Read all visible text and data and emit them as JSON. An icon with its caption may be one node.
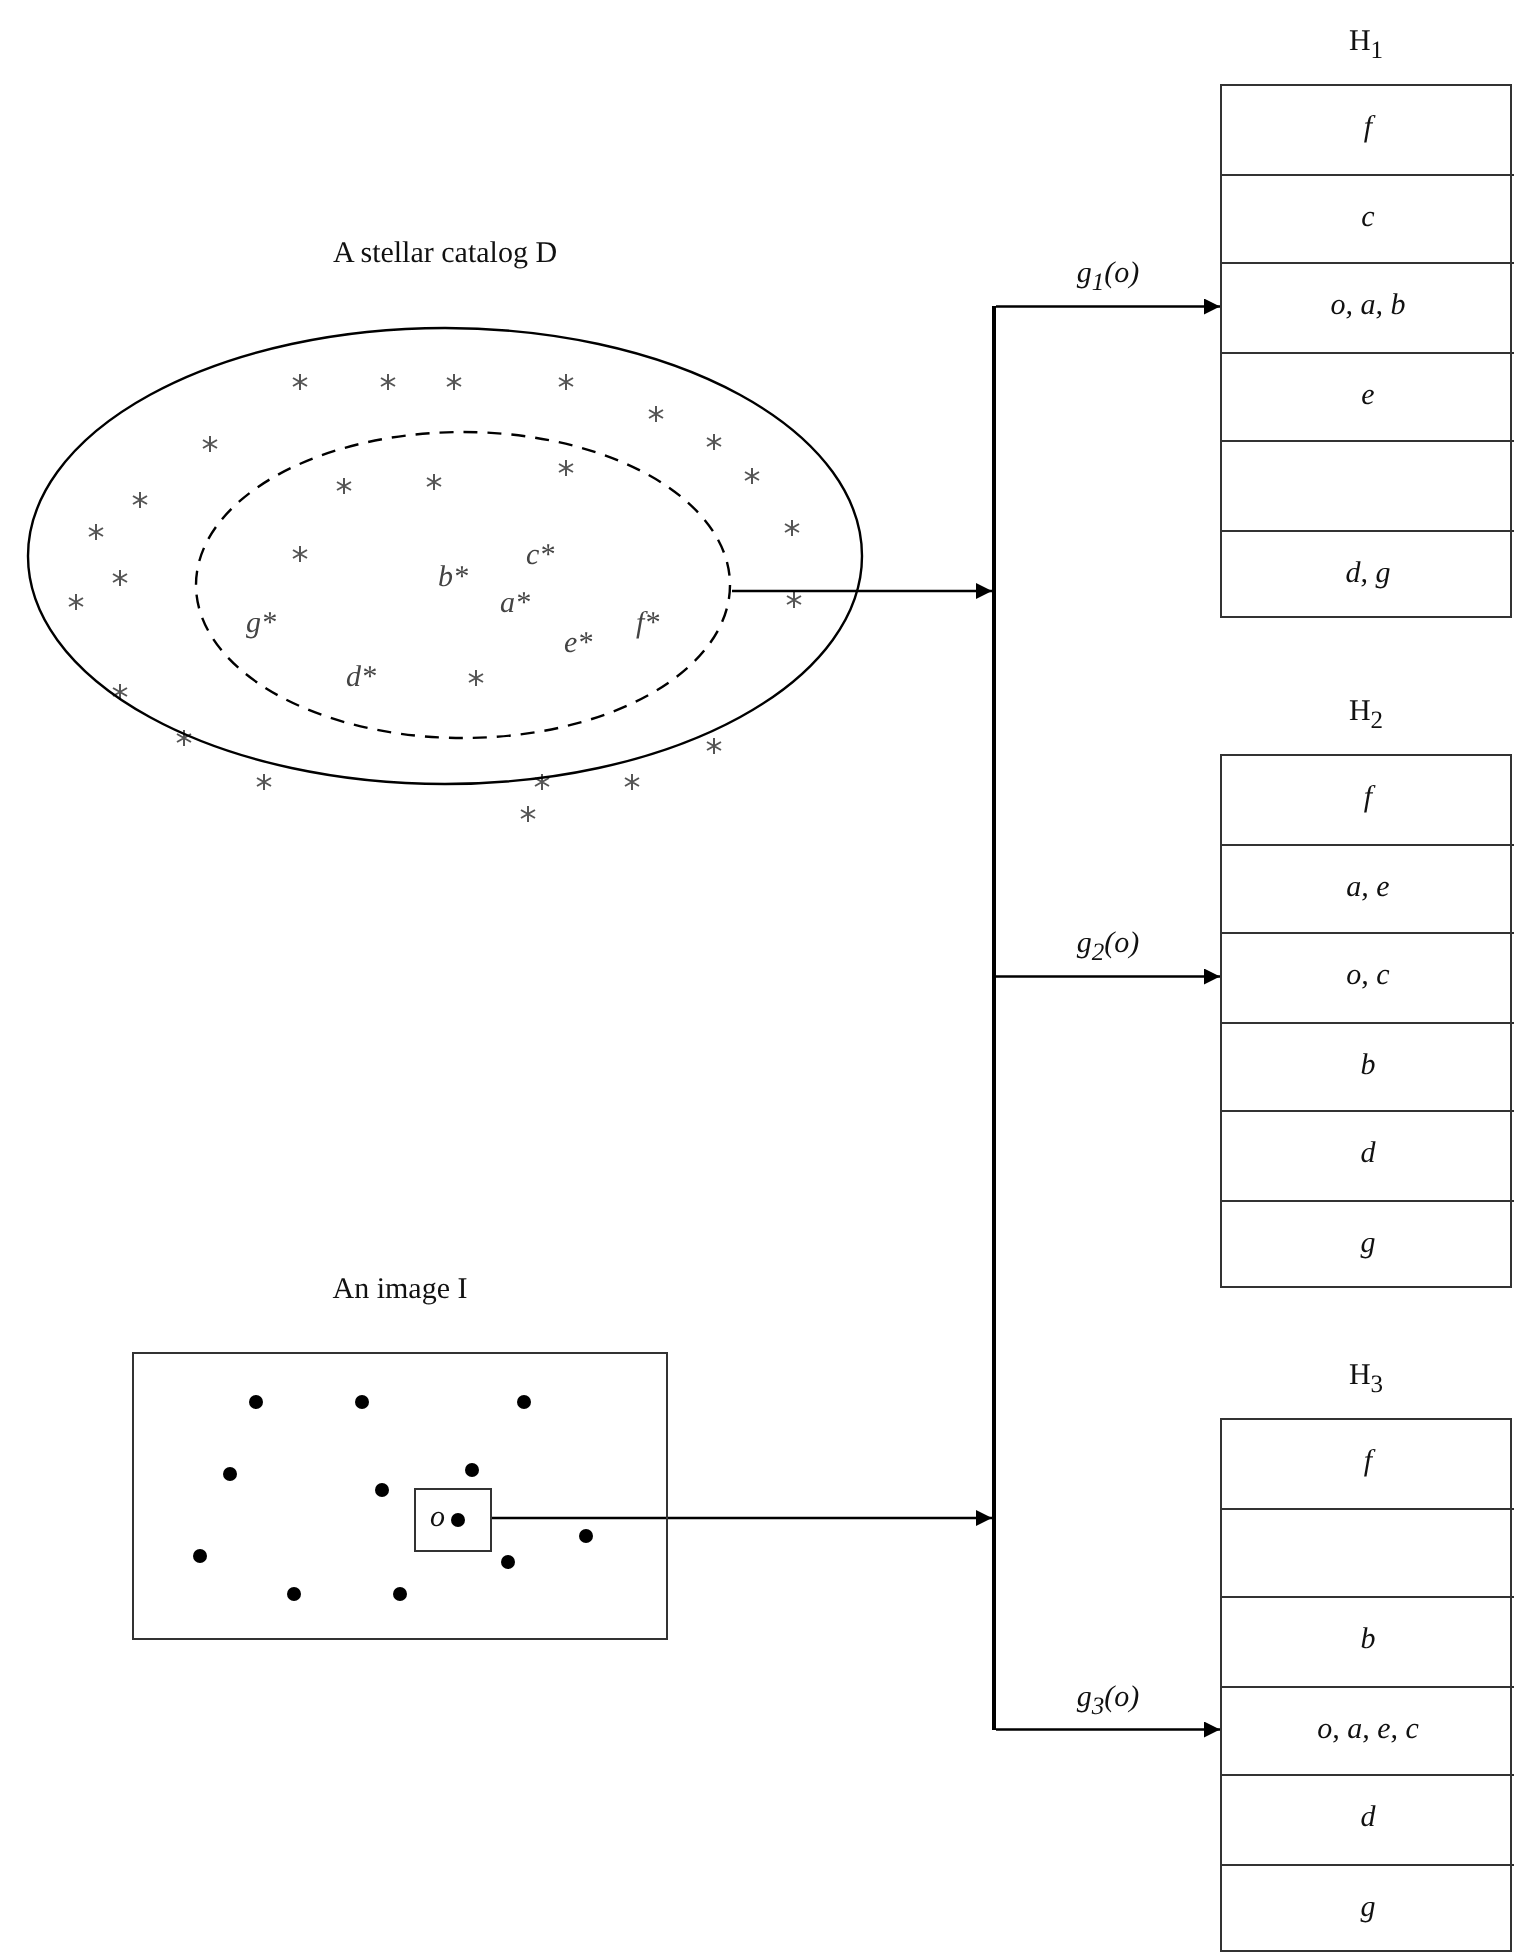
{
  "diagram": {
    "nodes": [
      {
        "text": [
          "A stellar catalog D"
        ]
      },
      {
        "text": [],
        "shape": "ellipse",
        "in": 0
      },
      {
        "text": [
          "An image I"
        ]
      },
      {
        "text": [
          "o"
        ],
        "in": 2
      },
      {
        "text": [],
        "shape": "bar"
      },
      {
        "text": [
          "H$_{1}$"
        ]
      },
      {
        "text": [
          "f"
        ],
        "in": 5
      },
      {
        "text": [
          "c"
        ],
        "in": 5
      },
      {
        "text": [
          "o, a, b"
        ],
        "in": 5
      },
      {
        "text": [
          "e"
        ],
        "in": 5
      },
      {
        "text": [],
        "shape": "box",
        "in": 5
      },
      {
        "text": [
          "d, g"
        ],
        "in": 5
      },
      {
        "text": [
          "H$_{2}$"
        ]
      },
      {
        "text": [
          "f"
        ],
        "in": 12
      },
      {
        "text": [
          "a, e"
        ],
        "in": 12
      },
      {
        "text": [
          "o, c"
        ],
        "in": 12
      },
      {
        "text": [
          "b"
        ],
        "in": 12
      },
      {
        "text": [
          "d"
        ],
        "in": 12
      },
      {
        "text": [
          "g"
        ],
        "in": 12
      },
      {
        "text": [
          "H$_{3}$"
        ]
      },
      {
        "text": [
          "f"
        ],
        "in": 19
      },
      {
        "text": [],
        "shape": "box",
        "in": 19
      },
      {
        "text": [
          "b"
        ],
        "in": 19
      },
      {
        "text": [
          "o, a, e, c"
        ],
        "in": 19
      },
      {
        "text": [
          "d"
        ],
        "in": 19
      },
      {
        "text": [
          "g"
        ],
        "in": 19
      }
    ],
    "edges": [
      {
        "from": 1,
        "to": 4,
        "arrow": "to"
      },
      {
        "from": 3,
        "to": 4,
        "arrow": "to"
      },
      {
        "from": 4,
        "to": 8,
        "arrow": "to",
        "label": "g$_{1}$(o)"
      },
      {
        "from": 4,
        "to": 15,
        "arrow": "to",
        "label": "g$_{2}$(o)"
      },
      {
        "from": 4,
        "to": 23,
        "arrow": "to",
        "label": "g$_{3}$(o)"
      }
    ],
    "labels": [
      "c*",
      "b*",
      "a*",
      "g*",
      "f*",
      "e*",
      "d*"
    ]
  }
}
